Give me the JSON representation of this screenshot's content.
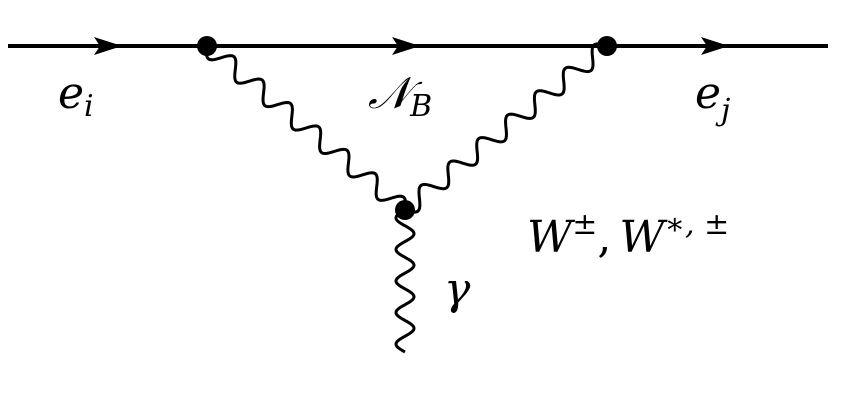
{
  "labels": {
    "incoming_fermion": {
      "base": "e",
      "sub": "i"
    },
    "internal_fermion": {
      "base": "𝒩",
      "sub": "B"
    },
    "outgoing_fermion": {
      "base": "e",
      "sub": "j"
    },
    "w_boson": {
      "base1": "W",
      "sup1": "±",
      "comma": ",",
      "base2": "W",
      "sup2": "∗, ±"
    },
    "photon": "γ"
  }
}
